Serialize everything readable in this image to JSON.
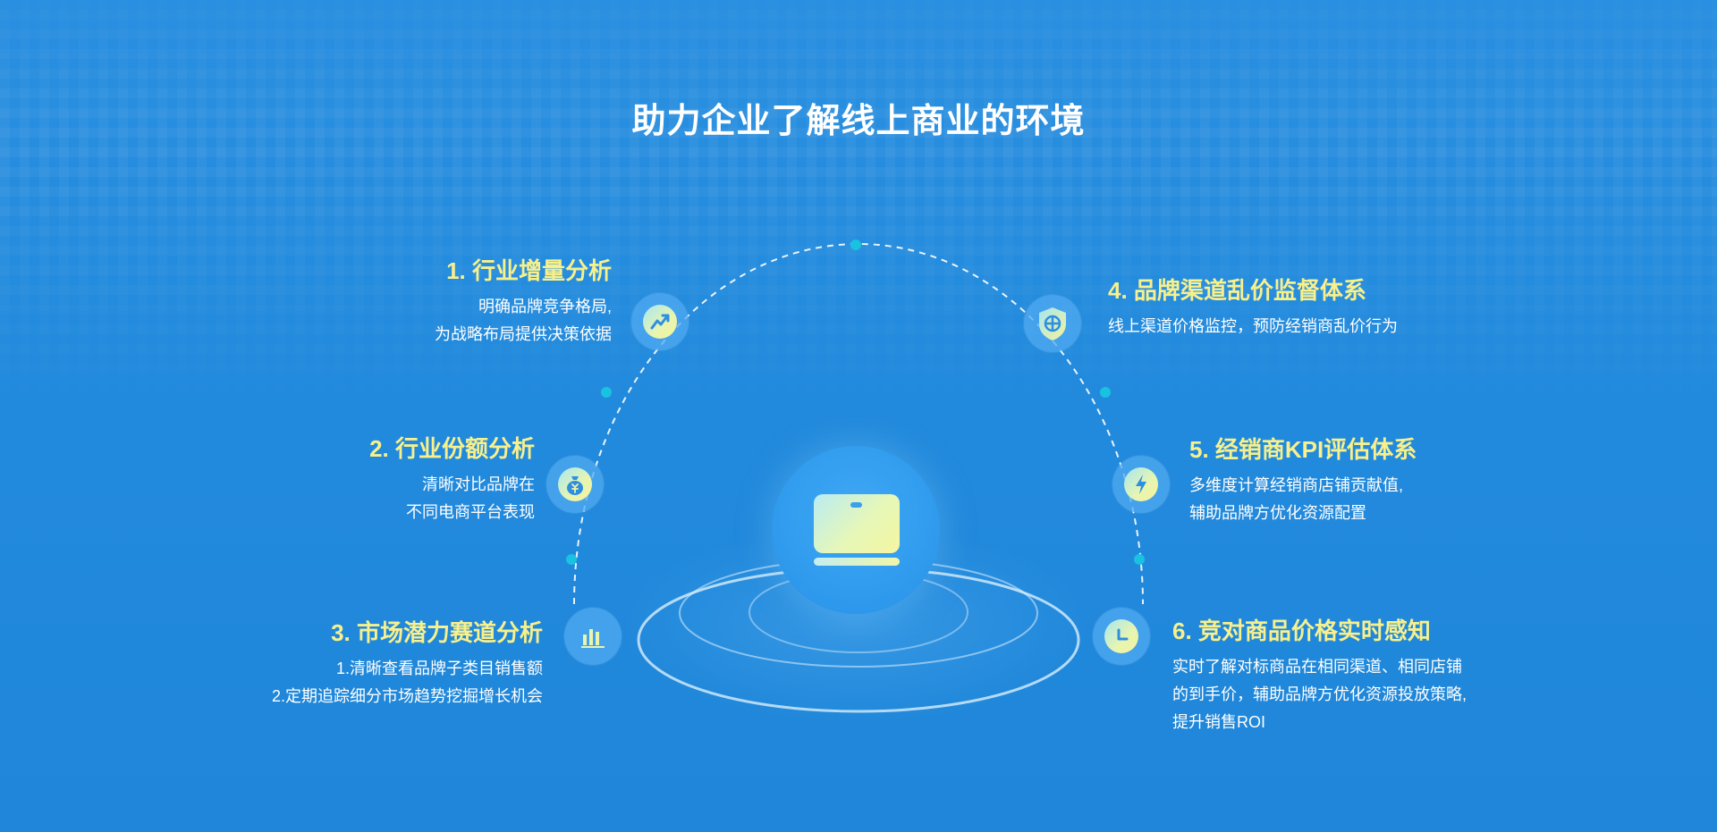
{
  "title": "助力企业了解线上商业的环境",
  "items": [
    {
      "heading": "1. 行业增量分析",
      "lines": [
        "明确品牌竞争格局,",
        "为战略布局提供决策依据"
      ],
      "icon": "trend-chart-icon"
    },
    {
      "heading": "2. 行业份额分析",
      "lines": [
        "清晰对比品牌在",
        "不同电商平台表现"
      ],
      "icon": "money-bag-icon"
    },
    {
      "heading": "3. 市场潜力赛道分析",
      "lines": [
        "1.清晰查看品牌子类目销售额",
        "2.定期追踪细分市场趋势挖掘增长机会"
      ],
      "icon": "bar-chart-icon"
    },
    {
      "heading": "4. 品牌渠道乱价监督体系",
      "lines": [
        "线上渠道价格监控，预防经销商乱价行为"
      ],
      "icon": "shield-icon"
    },
    {
      "heading": "5. 经销商KPI评估体系",
      "lines": [
        "多维度计算经销商店铺贡献值,",
        "辅助品牌方优化资源配置"
      ],
      "icon": "lightning-icon"
    },
    {
      "heading": "6. 竞对商品价格实时感知",
      "lines": [
        "实时了解对标商品在相同渠道、相同店铺",
        "的到手价，辅助品牌方优化资源投放策略,",
        "提升销售ROI"
      ],
      "icon": "clock-icon"
    }
  ],
  "center_icon": "laptop-icon",
  "colors": {
    "background": "#238bdd",
    "heading": "#f7f08c",
    "text": "#ffffff",
    "dot": "#18c2e0"
  }
}
